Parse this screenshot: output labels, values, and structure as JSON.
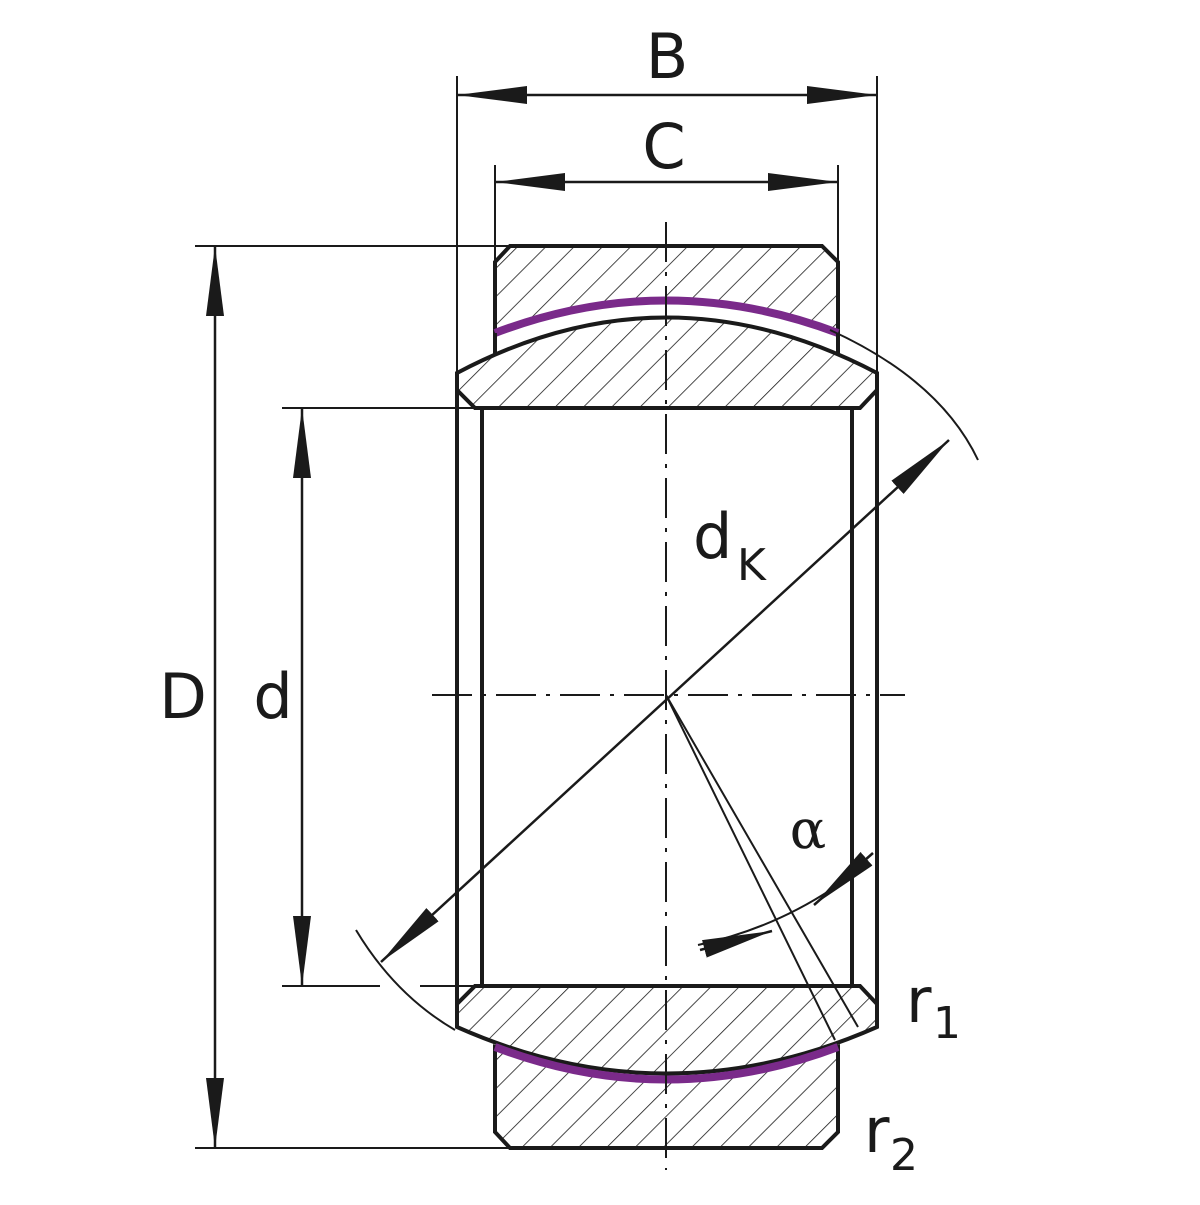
{
  "diagram": {
    "labels": {
      "B": "B",
      "C": "C",
      "D": "D",
      "d": "d",
      "dk_main": "d",
      "dk_sub": "K",
      "alpha": "α",
      "r1_main": "r",
      "r1_sub": "1",
      "r2_main": "r",
      "r2_sub": "2"
    },
    "colors": {
      "line": "#1a1a1a",
      "sliding_layer": "#7a2a8a",
      "background": "#ffffff"
    }
  }
}
